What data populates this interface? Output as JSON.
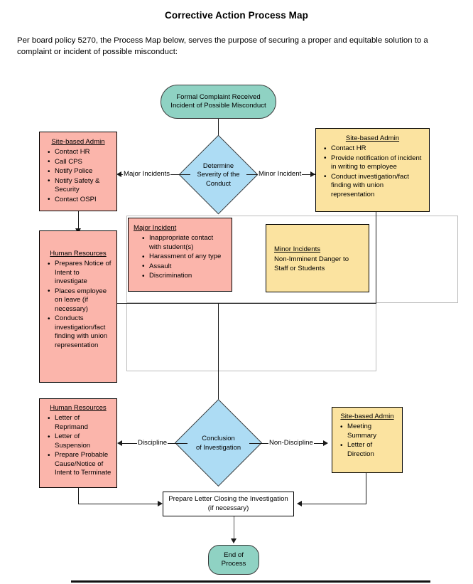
{
  "document": {
    "title": "Corrective Action Process Map",
    "intro": "Per board policy 5270, the Process Map below, serves the purpose of securing a proper and equitable solution to a complaint or incident of possible misconduct:"
  },
  "colors": {
    "terminator_fill": "#8fd2c3",
    "decision_fill": "#addcf4",
    "pink_fill": "#fbb5ab",
    "yellow_fill": "#fbe3a0",
    "process_fill": "#ffffff",
    "border": "#000000",
    "connector": "#1a1a1a"
  },
  "nodes": {
    "start": {
      "shape": "terminator",
      "line1": "Formal Complaint Received",
      "line2": "Incident of Possible Misconduct"
    },
    "severity_decision": {
      "shape": "decision",
      "line1": "Determine",
      "line2": "Severity of the",
      "line3": "Conduct"
    },
    "site_admin_major": {
      "shape": "list",
      "fill": "pink",
      "title": "Site-based Admin",
      "items": [
        "Contact HR",
        "Call CPS",
        "Notify Police",
        "Notify Safety & Security",
        "Contact OSPI"
      ]
    },
    "site_admin_minor": {
      "shape": "list",
      "fill": "yellow",
      "title": "Site-based Admin",
      "items": [
        "Contact HR",
        "Provide notification of incident in writing to employee",
        "Conduct investigation/fact finding with union representation"
      ]
    },
    "human_resources_investigate": {
      "shape": "list",
      "fill": "pink",
      "title": "Human Resources",
      "items": [
        "Prepares Notice of Intent to investigate",
        "Places employee on leave (if necessary)",
        "Conducts investigation/fact finding with union representation"
      ]
    },
    "major_incident_legend": {
      "shape": "list",
      "fill": "pink",
      "title": "Major Incident",
      "items": [
        "Inappropriate contact with student(s)",
        "Harassment of any type",
        "Assault",
        "Discrimination"
      ]
    },
    "minor_incident_legend": {
      "shape": "list",
      "fill": "yellow",
      "title": "Minor Incidents",
      "lines": [
        "Non-Imminent Danger to",
        "Staff or Students"
      ]
    },
    "human_resources_discipline": {
      "shape": "list",
      "fill": "pink",
      "title": "Human Resources",
      "items": [
        "Letter of Reprimand",
        "Letter of Suspension",
        "Prepare Probable Cause/Notice of Intent to Terminate"
      ]
    },
    "conclusion_decision": {
      "shape": "decision",
      "line1": "Conclusion",
      "line2": "of Investigation"
    },
    "site_admin_nondiscipline": {
      "shape": "list",
      "fill": "yellow",
      "title": "Site-based Admin",
      "items": [
        "Meeting Summary",
        "Letter of Direction"
      ]
    },
    "prepare_letter": {
      "shape": "process",
      "line1": "Prepare Letter Closing the Investigation",
      "line2": "(if necessary)"
    },
    "end": {
      "shape": "terminator",
      "line1": "End of",
      "line2": "Process"
    }
  },
  "edge_labels": {
    "major_incidents": "Major Incidents",
    "minor_incident": "Minor Incident",
    "discipline": "Discipline",
    "non_discipline": "Non-Discipline"
  }
}
